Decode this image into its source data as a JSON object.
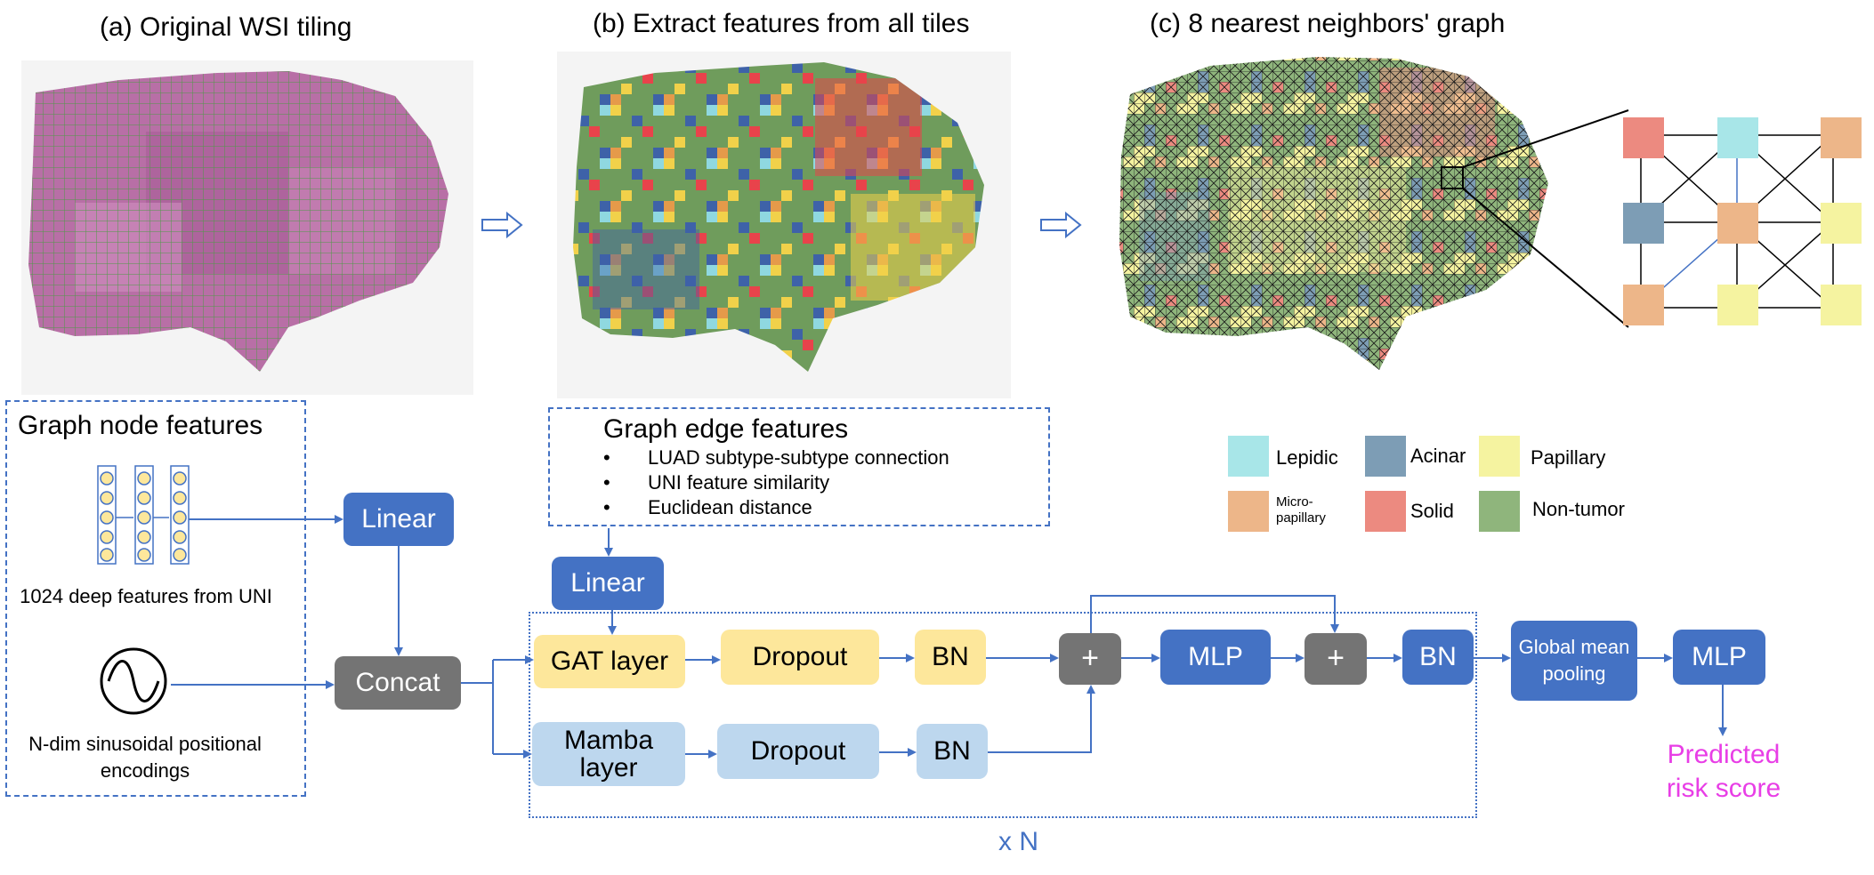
{
  "panels": {
    "a_title": "(a) Original WSI tiling",
    "b_title": "(b) Extract features from all tiles",
    "c_title": "(c) 8 nearest neighbors' graph"
  },
  "node_features": {
    "title": "Graph node features",
    "deep_features": "1024  deep features from UNI",
    "positional": "N-dim sinusoidal positional encodings"
  },
  "edge_features": {
    "title": "Graph edge features",
    "items": [
      "LUAD subtype-subtype connection",
      "UNI feature similarity",
      "Euclidean distance"
    ]
  },
  "legend": [
    {
      "label": "Lepidic",
      "color": "#a8e6e8"
    },
    {
      "label": "Acinar",
      "color": "#7d9db5"
    },
    {
      "label": "Papillary",
      "color": "#f5f3a0"
    },
    {
      "label": "Micro-papillary",
      "color": "#edb689"
    },
    {
      "label": "Solid",
      "color": "#ec8a80"
    },
    {
      "label": "Non-tumor",
      "color": "#8fb57c"
    }
  ],
  "blocks": {
    "linear1": "Linear",
    "linear2": "Linear",
    "concat": "Concat",
    "gat": "GAT layer",
    "dropout1": "Dropout",
    "bn1": "BN",
    "mamba": "Mamba layer",
    "dropout2": "Dropout",
    "bn2": "BN",
    "plus1": "+",
    "mlp1": "MLP",
    "plus2": "+",
    "bn3": "BN",
    "pool": "Global mean pooling",
    "mlp2": "MLP"
  },
  "repeat": "x N",
  "output": "Predicted risk score",
  "colors": {
    "accent": "#4472c4",
    "output": "#e83ee6",
    "tissue_pink": "#c07ab0",
    "tissue_green": "#6f9c5c"
  }
}
